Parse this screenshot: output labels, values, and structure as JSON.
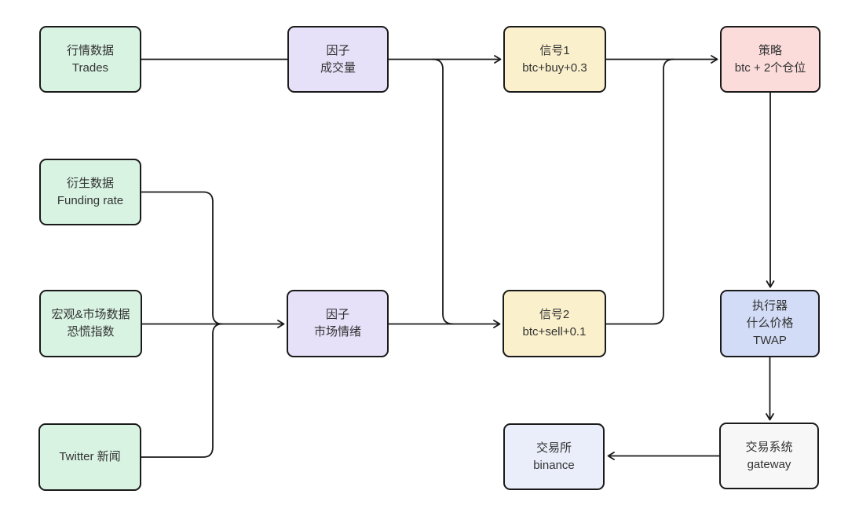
{
  "diagram": {
    "background": "#ffffff",
    "stroke_color": "#1a1a1a",
    "text_color": "#333333",
    "nodes": {
      "market_data": {
        "line1": "行情数据",
        "line2": "Trades",
        "fill": "#d8f3e2"
      },
      "factor_volume": {
        "line1": "因子",
        "line2": "成交量",
        "fill": "#e7e0f9"
      },
      "signal_1": {
        "line1": "信号1",
        "line2": "btc+buy+0.3",
        "fill": "#fbf0cc"
      },
      "strategy": {
        "line1": "策略",
        "line2": "btc + 2个仓位",
        "fill": "#fbdcdb"
      },
      "derivative_data": {
        "line1": "衍生数据",
        "line2": "Funding rate",
        "fill": "#d8f3e2"
      },
      "macro_market_data": {
        "line1": "宏观&市场数据",
        "line2": "恐慌指数",
        "fill": "#d8f3e2"
      },
      "twitter_news": {
        "line1": "Twitter 新闻",
        "fill": "#d8f3e2"
      },
      "factor_sentiment": {
        "line1": "因子",
        "line2": "市场情绪",
        "fill": "#e7e0f9"
      },
      "signal_2": {
        "line1": "信号2",
        "line2": "btc+sell+0.1",
        "fill": "#fbf0cc"
      },
      "executor": {
        "line1": "执行器",
        "line2": "什么价格",
        "line3": "TWAP",
        "fill": "#d2dcf6"
      },
      "exchange": {
        "line1": "交易所",
        "line2": "binance",
        "fill": "#e9eefa"
      },
      "trading_system": {
        "line1": "交易系统",
        "line2": "gateway",
        "fill": "#f7f7f7"
      }
    },
    "edges": [
      {
        "from": "market_data",
        "to": "factor_volume"
      },
      {
        "from": "factor_volume",
        "to": "signal_1"
      },
      {
        "from": "factor_volume",
        "to": "signal_2"
      },
      {
        "from": "derivative_data",
        "to": "factor_sentiment"
      },
      {
        "from": "macro_market_data",
        "to": "factor_sentiment"
      },
      {
        "from": "twitter_news",
        "to": "factor_sentiment"
      },
      {
        "from": "factor_sentiment",
        "to": "signal_2"
      },
      {
        "from": "signal_1",
        "to": "strategy"
      },
      {
        "from": "signal_2",
        "to": "strategy"
      },
      {
        "from": "strategy",
        "to": "executor"
      },
      {
        "from": "executor",
        "to": "trading_system"
      },
      {
        "from": "trading_system",
        "to": "exchange"
      }
    ]
  }
}
